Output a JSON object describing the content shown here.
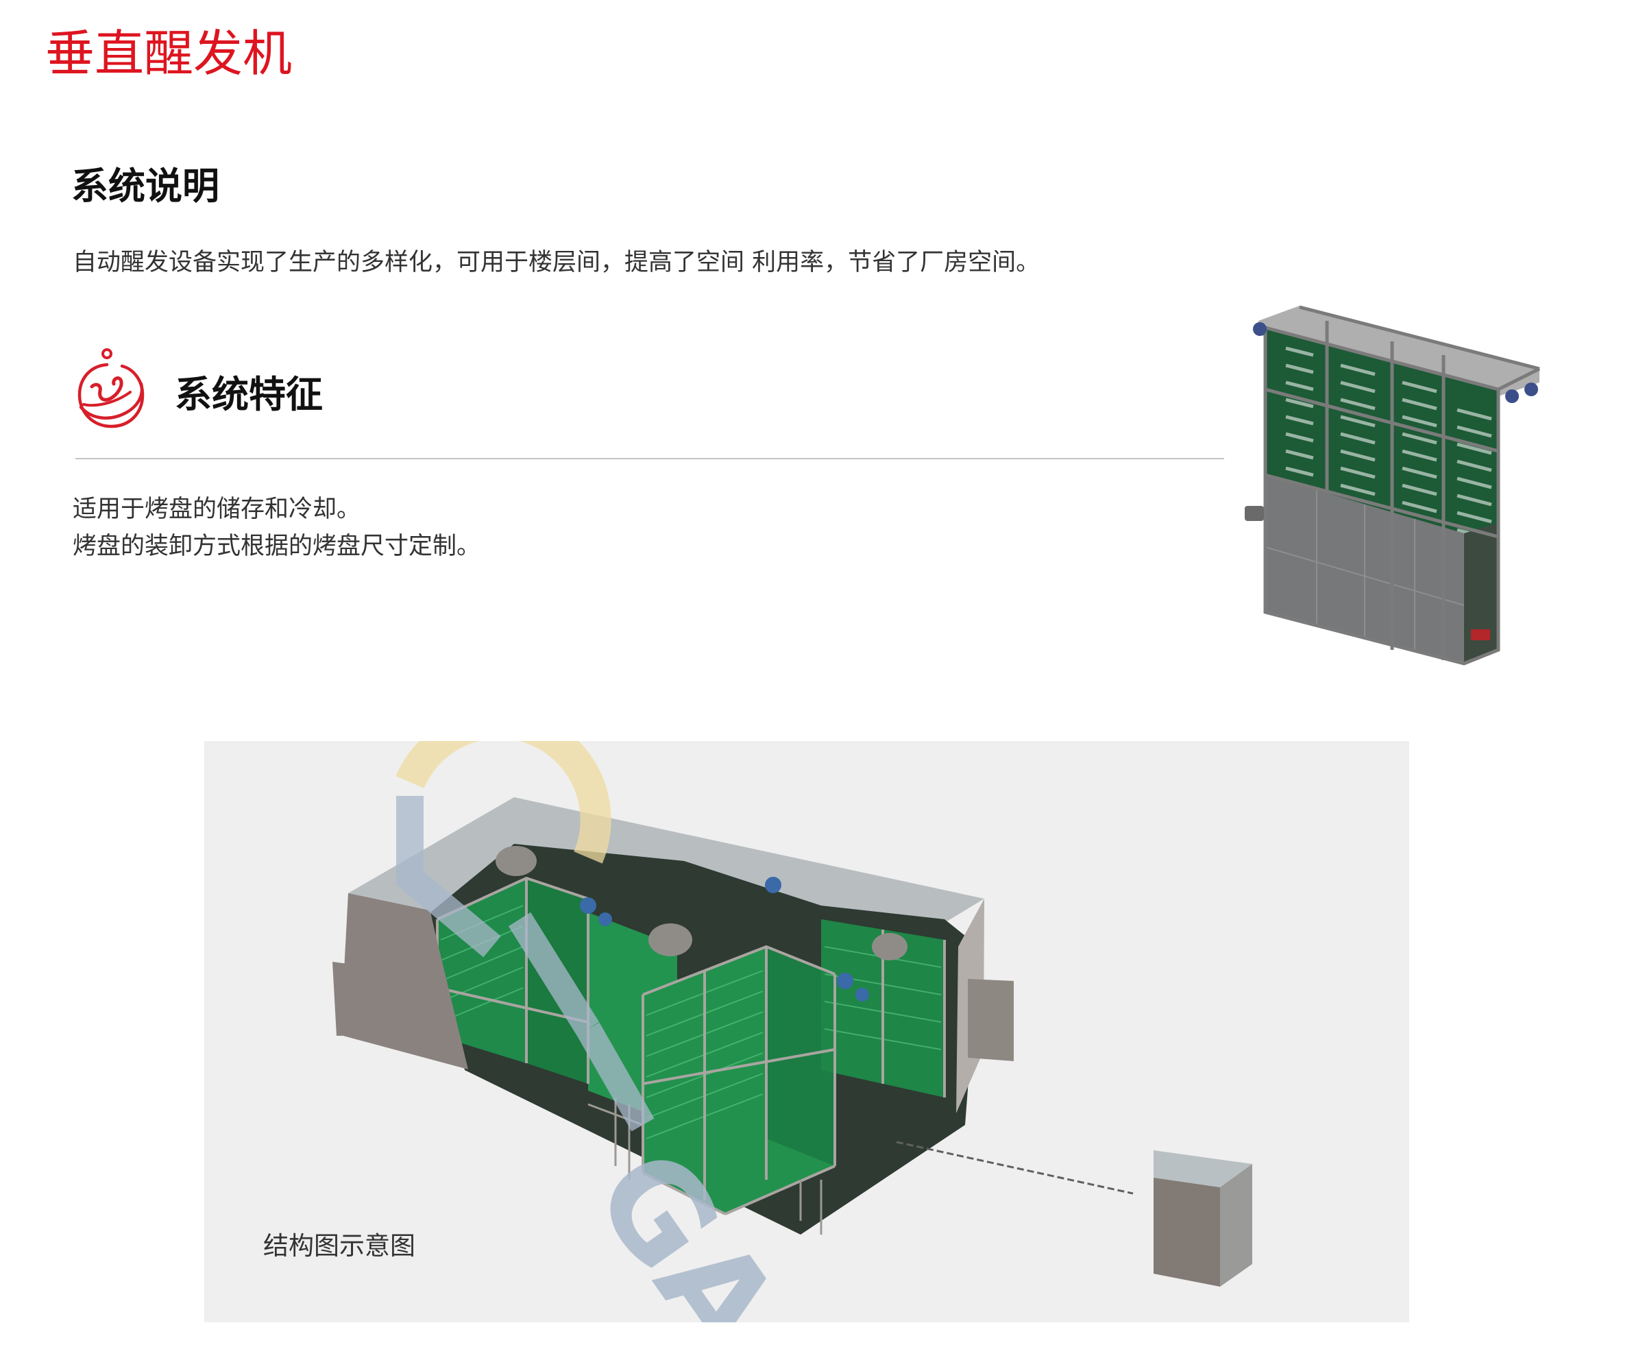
{
  "page": {
    "title": "垂直醒发机",
    "accent_color": "#dd1520"
  },
  "description": {
    "heading": "系统说明",
    "text": "自动醒发设备实现了生产的多样化，可用于楼层间，提高了空间 利用率，节省了厂房空间。"
  },
  "features": {
    "icon": "feature-badge-icon",
    "heading": "系统特征",
    "items": [
      "适用于烤盘的储存和冷却。",
      "烤盘的装卸方式根据的烤盘尺寸定制。"
    ]
  },
  "images": {
    "product_photo": "vertical-proofer-machine-render",
    "structure_diagram": {
      "caption": "结构图示意图",
      "watermark_text": "GA",
      "colors": {
        "background": "#efefef",
        "enclosure_top": "#b8bdc0",
        "enclosure_wall": "#8a827e",
        "frame_green": "#1f8a4a",
        "frame_steel": "#9c9894",
        "watermark_blue": "#a9b8cb",
        "watermark_gold": "#f0dca0"
      }
    }
  }
}
